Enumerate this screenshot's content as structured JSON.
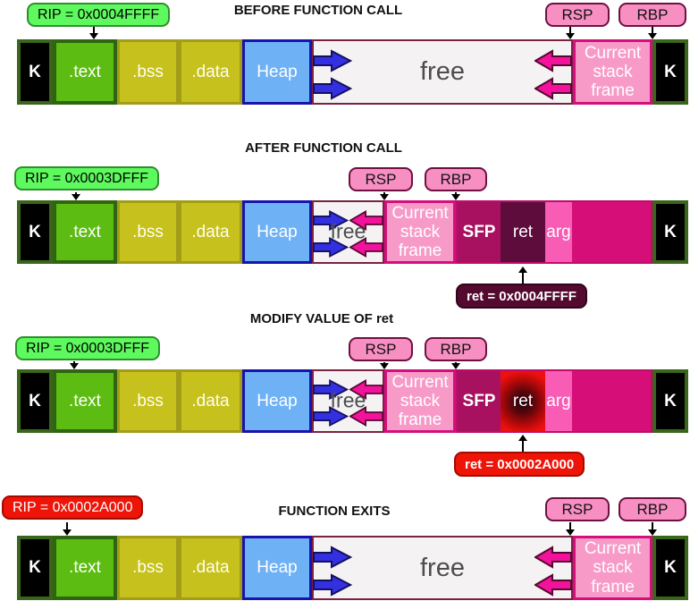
{
  "sections": {
    "before": {
      "title": "BEFORE FUNCTION CALL",
      "rip": "RIP = 0x0004FFFF"
    },
    "after": {
      "title": "AFTER FUNCTION CALL",
      "rip": "RIP = 0x0003DFFF",
      "ret_value": "ret = 0x0004FFFF"
    },
    "modify": {
      "title": "MODIFY VALUE OF ret",
      "rip": "RIP = 0x0003DFFF",
      "ret_value": "ret = 0x0002A000"
    },
    "exit": {
      "title": "FUNCTION EXITS",
      "rip": "RIP = 0x0002A000"
    }
  },
  "registers": {
    "rsp": "RSP",
    "rbp": "RBP"
  },
  "memory": {
    "kernel": "K",
    "text": ".text",
    "bss": ".bss",
    "data": ".data",
    "heap": "Heap",
    "free": "free",
    "current_frame": "Current stack frame",
    "sfp": "SFP",
    "ret": "ret",
    "arg": "arg"
  },
  "colors": {
    "rip_normal_bg": "#5ef95e",
    "rip_hijacked_bg": "#ee1407",
    "register_badge_bg": "#f78fc3",
    "ret_value_bg": "#54092f",
    "ret_modified_bg": "#ee1407",
    "text_fill": "#5cbc12",
    "bss_data_fill": "#c6c11c",
    "heap_fill": "#6fb1f5",
    "free_fill": "#f4f2f3",
    "stack_frame_fill": "#f79ac8",
    "sfp_fill": "#a81160",
    "ret_fill": "#5e0c3c",
    "arg_fill": "#f85cb4",
    "caller_frame_fill": "#d60f78",
    "heap_growth_arrow": "#3230e0",
    "stack_growth_arrow": "#f2129b"
  }
}
